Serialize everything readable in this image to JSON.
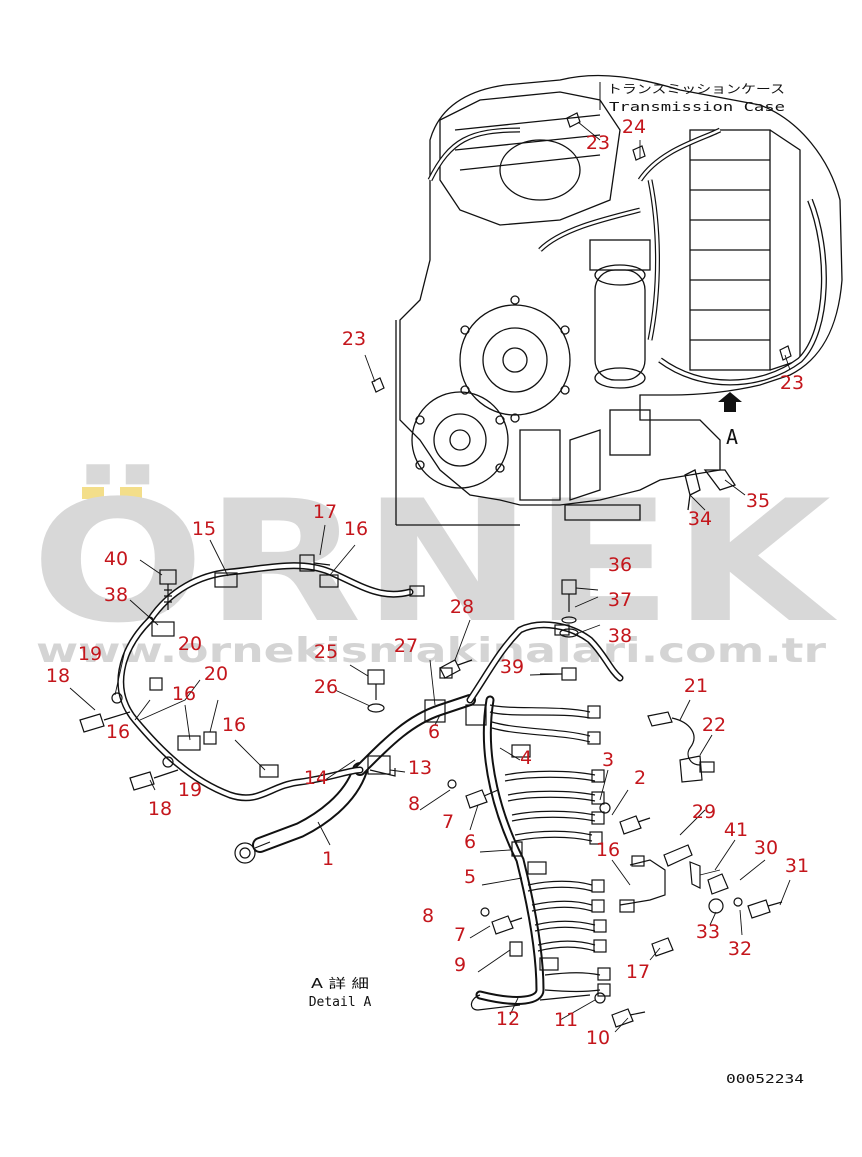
{
  "watermark": {
    "brand": "ÖRNEK",
    "site": "www.ornekismakinalari.com.tr",
    "color": "#d8d8d8",
    "accent": "#f3de8a"
  },
  "captions": {
    "transmission_jp": "トランスミッションケース",
    "transmission_en": "Transmission Case",
    "view_letter": "A",
    "detail_jp": "A 詳 細",
    "detail_en": "Detail A",
    "drawing_number": "00052234"
  },
  "callout_color": "#c4161c",
  "callouts": [
    "1",
    "2",
    "3",
    "4",
    "5",
    "6",
    "6",
    "7",
    "7",
    "8",
    "8",
    "9",
    "10",
    "11",
    "12",
    "13",
    "14",
    "15",
    "16",
    "16",
    "16",
    "16",
    "16",
    "17",
    "17",
    "18",
    "18",
    "19",
    "19",
    "20",
    "20",
    "21",
    "22",
    "23",
    "23",
    "23",
    "24",
    "25",
    "26",
    "27",
    "28",
    "29",
    "30",
    "31",
    "32",
    "33",
    "34",
    "35",
    "36",
    "37",
    "38",
    "38",
    "39",
    "40",
    "41"
  ]
}
